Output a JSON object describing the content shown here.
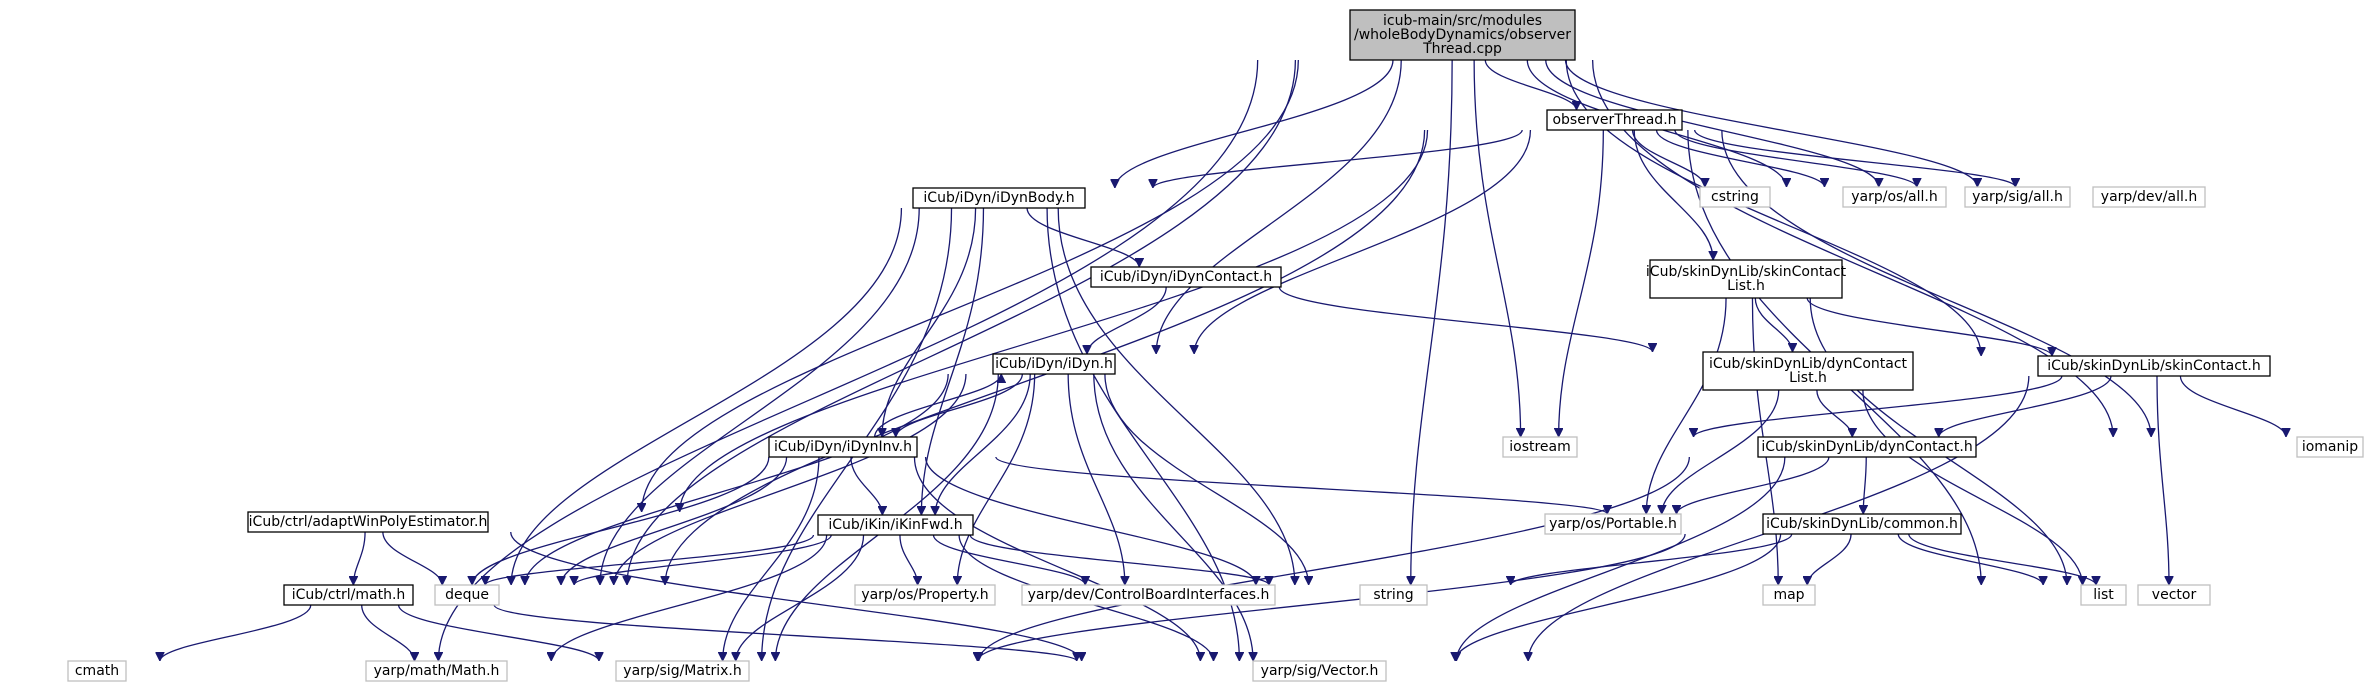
{
  "graph": {
    "colors": {
      "edge": "#191970",
      "root_fill": "#bfbfbf",
      "external_border": "#bfbfbf"
    },
    "nodes": [
      {
        "id": "root",
        "lines": [
          "icub-main/src/modules",
          "/wholeBodyDynamics/observer",
          "Thread.cpp"
        ],
        "kind": "root"
      },
      {
        "id": "observerThread_h",
        "lines": [
          "observerThread.h"
        ],
        "kind": "file"
      },
      {
        "id": "iDynBody_h",
        "lines": [
          "iCub/iDyn/iDynBody.h"
        ],
        "kind": "file"
      },
      {
        "id": "cstring",
        "lines": [
          "cstring"
        ],
        "kind": "external"
      },
      {
        "id": "yarp_os_all_h",
        "lines": [
          "yarp/os/all.h"
        ],
        "kind": "external"
      },
      {
        "id": "yarp_sig_all_h",
        "lines": [
          "yarp/sig/all.h"
        ],
        "kind": "external"
      },
      {
        "id": "yarp_dev_all_h",
        "lines": [
          "yarp/dev/all.h"
        ],
        "kind": "external"
      },
      {
        "id": "iDynContact_h",
        "lines": [
          "iCub/iDyn/iDynContact.h"
        ],
        "kind": "file"
      },
      {
        "id": "skinContactList_h",
        "lines": [
          "iCub/skinDynLib/skinContact",
          "List.h"
        ],
        "kind": "file"
      },
      {
        "id": "iDyn_h",
        "lines": [
          "iCub/iDyn/iDyn.h"
        ],
        "kind": "file"
      },
      {
        "id": "dynContactList_h",
        "lines": [
          "iCub/skinDynLib/dynContact",
          "List.h"
        ],
        "kind": "file"
      },
      {
        "id": "skinContact_h",
        "lines": [
          "iCub/skinDynLib/skinContact.h"
        ],
        "kind": "file"
      },
      {
        "id": "iDynInv_h",
        "lines": [
          "iCub/iDyn/iDynInv.h"
        ],
        "kind": "file"
      },
      {
        "id": "iostream",
        "lines": [
          "iostream"
        ],
        "kind": "external"
      },
      {
        "id": "dynContact_h",
        "lines": [
          "iCub/skinDynLib/dynContact.h"
        ],
        "kind": "file"
      },
      {
        "id": "iomanip",
        "lines": [
          "iomanip"
        ],
        "kind": "external"
      },
      {
        "id": "adaptWinPolyEstimator_h",
        "lines": [
          "iCub/ctrl/adaptWinPolyEstimator.h"
        ],
        "kind": "file"
      },
      {
        "id": "iKinFwd_h",
        "lines": [
          "iCub/iKin/iKinFwd.h"
        ],
        "kind": "file"
      },
      {
        "id": "yarp_os_Portable_h",
        "lines": [
          "yarp/os/Portable.h"
        ],
        "kind": "external"
      },
      {
        "id": "common_h",
        "lines": [
          "iCub/skinDynLib/common.h"
        ],
        "kind": "file"
      },
      {
        "id": "ctrl_math_h",
        "lines": [
          "iCub/ctrl/math.h"
        ],
        "kind": "file"
      },
      {
        "id": "deque",
        "lines": [
          "deque"
        ],
        "kind": "external"
      },
      {
        "id": "yarp_os_Property_h",
        "lines": [
          "yarp/os/Property.h"
        ],
        "kind": "external"
      },
      {
        "id": "ControlBoardInterfaces_h",
        "lines": [
          "yarp/dev/ControlBoardInterfaces.h"
        ],
        "kind": "external"
      },
      {
        "id": "string",
        "lines": [
          "string"
        ],
        "kind": "external"
      },
      {
        "id": "map",
        "lines": [
          "map"
        ],
        "kind": "external"
      },
      {
        "id": "list",
        "lines": [
          "list"
        ],
        "kind": "external"
      },
      {
        "id": "vector",
        "lines": [
          "vector"
        ],
        "kind": "external"
      },
      {
        "id": "cmath",
        "lines": [
          "cmath"
        ],
        "kind": "external"
      },
      {
        "id": "yarp_math_Math_h",
        "lines": [
          "yarp/math/Math.h"
        ],
        "kind": "external"
      },
      {
        "id": "yarp_sig_Matrix_h",
        "lines": [
          "yarp/sig/Matrix.h"
        ],
        "kind": "external"
      },
      {
        "id": "yarp_sig_Vector_h",
        "lines": [
          "yarp/sig/Vector.h"
        ],
        "kind": "external"
      }
    ],
    "edges": [
      [
        "root",
        "observerThread_h"
      ],
      [
        "root",
        "iDynBody_h"
      ],
      [
        "root",
        "yarp_os_all_h"
      ],
      [
        "root",
        "yarp_sig_all_h"
      ],
      [
        "root",
        "yarp_dev_all_h"
      ],
      [
        "root",
        "iDyn_h"
      ],
      [
        "root",
        "skinContact_h"
      ],
      [
        "root",
        "iostream"
      ],
      [
        "root",
        "string"
      ],
      [
        "root",
        "iomanip"
      ],
      [
        "root",
        "adaptWinPolyEstimator_h"
      ],
      [
        "root",
        "ctrl_math_h"
      ],
      [
        "root",
        "cmath"
      ],
      [
        "observerThread_h",
        "iDynBody_h"
      ],
      [
        "observerThread_h",
        "cstring"
      ],
      [
        "observerThread_h",
        "yarp_os_all_h"
      ],
      [
        "observerThread_h",
        "yarp_sig_all_h"
      ],
      [
        "observerThread_h",
        "yarp_dev_all_h"
      ],
      [
        "observerThread_h",
        "skinContactList_h"
      ],
      [
        "observerThread_h",
        "iDyn_h"
      ],
      [
        "observerThread_h",
        "iostream"
      ],
      [
        "observerThread_h",
        "iomanip"
      ],
      [
        "observerThread_h",
        "list"
      ],
      [
        "observerThread_h",
        "adaptWinPolyEstimator_h"
      ],
      [
        "observerThread_h",
        "ctrl_math_h"
      ],
      [
        "iDynBody_h",
        "iDynContact_h"
      ],
      [
        "iDynBody_h",
        "iDynInv_h"
      ],
      [
        "iDynBody_h",
        "iKinFwd_h"
      ],
      [
        "iDynBody_h",
        "deque"
      ],
      [
        "iDynBody_h",
        "string"
      ],
      [
        "iDynBody_h",
        "ctrl_math_h"
      ],
      [
        "iDynBody_h",
        "yarp_sig_Matrix_h"
      ],
      [
        "iDynBody_h",
        "yarp_sig_Vector_h"
      ],
      [
        "iDynContact_h",
        "iDyn_h"
      ],
      [
        "iDynContact_h",
        "dynContactList_h"
      ],
      [
        "skinContactList_h",
        "dynContactList_h"
      ],
      [
        "skinContactList_h",
        "skinContact_h"
      ],
      [
        "skinContactList_h",
        "yarp_os_Portable_h"
      ],
      [
        "skinContactList_h",
        "map"
      ],
      [
        "skinContactList_h",
        "vector"
      ],
      [
        "iDyn_h",
        "iDynInv_h"
      ],
      [
        "iDyn_h",
        "iKinFwd_h"
      ],
      [
        "iDyn_h",
        "yarp_os_Property_h"
      ],
      [
        "iDyn_h",
        "ControlBoardInterfaces_h"
      ],
      [
        "iDyn_h",
        "string"
      ],
      [
        "iDyn_h",
        "deque"
      ],
      [
        "iDyn_h",
        "ctrl_math_h"
      ],
      [
        "iDyn_h",
        "yarp_sig_Matrix_h"
      ],
      [
        "iDyn_h",
        "yarp_sig_Vector_h"
      ],
      [
        "iDynInv_h",
        "iDyn_h"
      ],
      [
        "iDynInv_h",
        "iKinFwd_h"
      ],
      [
        "iDynInv_h",
        "common_h"
      ],
      [
        "iDynInv_h",
        "deque"
      ],
      [
        "iDynInv_h",
        "string"
      ],
      [
        "iDynInv_h",
        "ctrl_math_h"
      ],
      [
        "iDynInv_h",
        "yarp_sig_Matrix_h"
      ],
      [
        "iDynInv_h",
        "yarp_sig_Vector_h"
      ],
      [
        "dynContactList_h",
        "dynContact_h"
      ],
      [
        "dynContactList_h",
        "yarp_os_Portable_h"
      ],
      [
        "dynContactList_h",
        "vector"
      ],
      [
        "skinContact_h",
        "dynContact_h"
      ],
      [
        "skinContact_h",
        "iostream"
      ],
      [
        "skinContact_h",
        "iomanip"
      ],
      [
        "skinContact_h",
        "vector"
      ],
      [
        "skinContact_h",
        "yarp_sig_Vector_h"
      ],
      [
        "dynContact_h",
        "common_h"
      ],
      [
        "dynContact_h",
        "yarp_os_Portable_h"
      ],
      [
        "dynContact_h",
        "yarp_sig_Matrix_h"
      ],
      [
        "dynContact_h",
        "yarp_sig_Vector_h"
      ],
      [
        "common_h",
        "string"
      ],
      [
        "common_h",
        "map"
      ],
      [
        "common_h",
        "list"
      ],
      [
        "common_h",
        "vector"
      ],
      [
        "common_h",
        "yarp_sig_Matrix_h"
      ],
      [
        "common_h",
        "yarp_sig_Vector_h"
      ],
      [
        "adaptWinPolyEstimator_h",
        "ctrl_math_h"
      ],
      [
        "adaptWinPolyEstimator_h",
        "deque"
      ],
      [
        "adaptWinPolyEstimator_h",
        "yarp_sig_Vector_h"
      ],
      [
        "iKinFwd_h",
        "yarp_os_Property_h"
      ],
      [
        "iKinFwd_h",
        "ControlBoardInterfaces_h"
      ],
      [
        "iKinFwd_h",
        "string"
      ],
      [
        "iKinFwd_h",
        "deque"
      ],
      [
        "iKinFwd_h",
        "ctrl_math_h"
      ],
      [
        "iKinFwd_h",
        "yarp_math_Math_h"
      ],
      [
        "iKinFwd_h",
        "yarp_sig_Matrix_h"
      ],
      [
        "iKinFwd_h",
        "yarp_sig_Vector_h"
      ],
      [
        "ctrl_math_h",
        "cmath"
      ],
      [
        "ctrl_math_h",
        "yarp_math_Math_h"
      ],
      [
        "ctrl_math_h",
        "yarp_sig_Matrix_h"
      ],
      [
        "ctrl_math_h",
        "yarp_sig_Vector_h"
      ]
    ]
  }
}
